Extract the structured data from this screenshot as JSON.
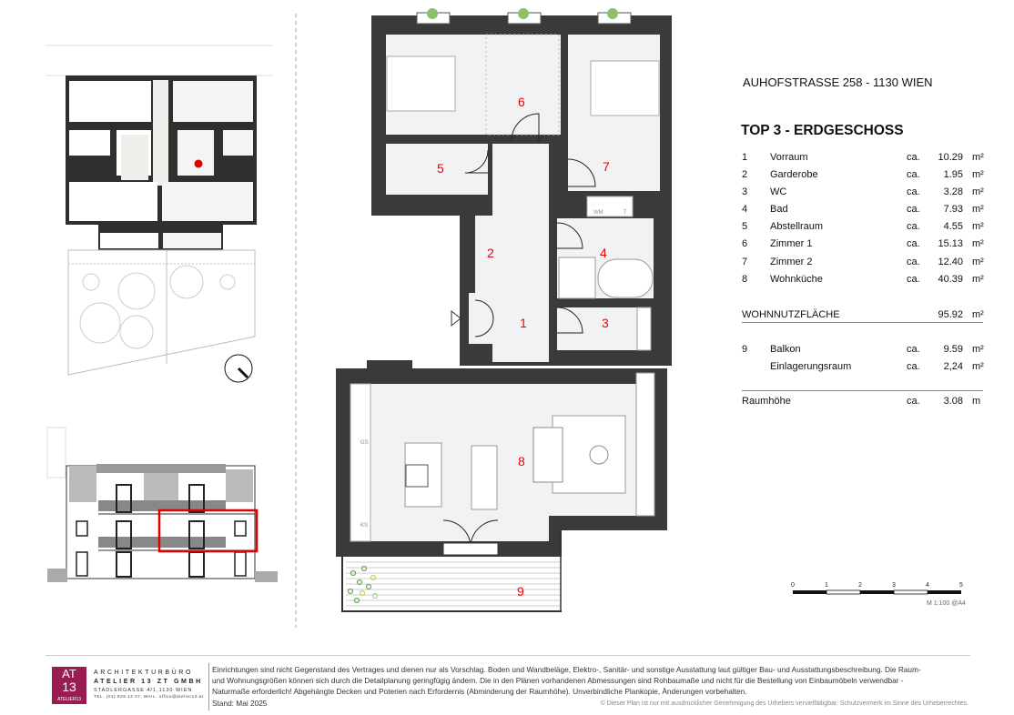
{
  "header": {
    "address": "AUHOFSTRASSE 258 - 1130 WIEN",
    "title": "TOP 3  - ERDGESCHOSS"
  },
  "rooms": [
    {
      "num": "1",
      "name": "Vorraum",
      "ca": "ca.",
      "area": "10.29",
      "unit": "m²"
    },
    {
      "num": "2",
      "name": "Garderobe",
      "ca": "ca.",
      "area": "1.95",
      "unit": "m²"
    },
    {
      "num": "3",
      "name": "WC",
      "ca": "ca.",
      "area": "3.28",
      "unit": "m²"
    },
    {
      "num": "4",
      "name": "Bad",
      "ca": "ca.",
      "area": "7.93",
      "unit": "m²"
    },
    {
      "num": "5",
      "name": "Abstellraum",
      "ca": "ca.",
      "area": "4.55",
      "unit": "m²"
    },
    {
      "num": "6",
      "name": "Zimmer 1",
      "ca": "ca.",
      "area": "15.13",
      "unit": "m²"
    },
    {
      "num": "7",
      "name": "Zimmer 2",
      "ca": "ca.",
      "area": "12.40",
      "unit": "m²"
    },
    {
      "num": "8",
      "name": "Wohnküche",
      "ca": "ca.",
      "area": "40.39",
      "unit": "m²"
    }
  ],
  "total": {
    "label": "WOHNNUTZFLÄCHE",
    "area": "95.92",
    "unit": "m²"
  },
  "extras": [
    {
      "num": "9",
      "name": "Balkon",
      "ca": "ca.",
      "area": "9.59",
      "unit": "m²"
    },
    {
      "num": "",
      "name": "Einlagerungsraum",
      "ca": "ca.",
      "area": "2,24",
      "unit": "m²"
    }
  ],
  "height": {
    "label": "Raumhöhe",
    "ca": "ca.",
    "value": "3.08",
    "unit": "m"
  },
  "plan": {
    "labels": {
      "r1": "1",
      "r2": "2",
      "r3": "3",
      "r4": "4",
      "r5": "5",
      "r6": "6",
      "r7": "7",
      "r8": "8",
      "r9": "9"
    },
    "appliances": {
      "wm": "WM",
      "t": "T",
      "gs": "GS",
      "ks": "KS"
    }
  },
  "scale": {
    "ticks": [
      "0",
      "1",
      "2",
      "3",
      "4",
      "5"
    ],
    "label": "M 1:100 @A4"
  },
  "footer": {
    "logo_top": "AT",
    "logo_bottom": "13",
    "logo_sub": "ATELIER13",
    "company_line1": "ARCHITEKTURBÜRO",
    "company_line2": "ATELIER 13 ZT GMBH",
    "company_line3": "STADLERGASSE 4/1,1130 WIEN",
    "company_line4": "TEL. (01) 929 12 07, MAIL. office@atelier13.at",
    "disclaimer_1": "Einrichtungen sind nicht Gegenstand des Vertrages und dienen nur als Vorschlag. Boden und Wandbeläge, Elektro-, Sanitär- und sonstige Ausstattung laut gültiger Bau- und Ausstattungsbeschreibung. Die Raum-",
    "disclaimer_2": "und Wohnungsgrößen können sich durch die Detailplanung geringfügig ändern. Die in den Plänen vorhandenen Abmessungen sind Rohbaumaße und nicht für die Bestellung von Einbaumöbeln verwendbar -",
    "disclaimer_3": "Naturmaße erforderlich! Abgehängte Decken und Poterien nach Erfordernis (Abminderung der Raumhöhe). Unverbindliche Plankopie, Änderungen vorbehalten.",
    "stand": "Stand:  Mai 2025",
    "copyright": "© Dieser Plan ist nur mit ausdrücklicher Genehmigung des Urhebers vervielfältigbar. Schutzvermerk im Sinne des Urheberrechtes."
  },
  "colors": {
    "wall": "#3a3a3a",
    "room": "#f1f2f4",
    "label": "#e00000",
    "marker": "#e00000",
    "logo": "#9a1d52"
  }
}
